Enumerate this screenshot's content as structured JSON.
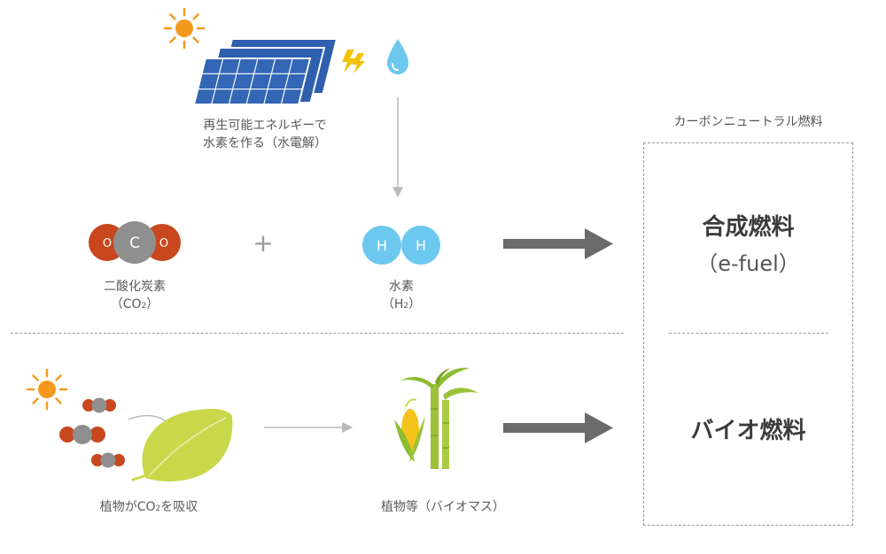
{
  "solar": {
    "caption_line1": "再生可能エネルギーで",
    "caption_line2": "水素を作る（水電解）"
  },
  "co2": {
    "atoms": [
      "O",
      "C",
      "O"
    ],
    "label_line1": "二酸化炭素",
    "label_line2_open": "（CO",
    "label_line2_sub": "2",
    "label_line2_close": "）"
  },
  "plus": "+",
  "h2": {
    "atoms": [
      "H",
      "H"
    ],
    "label_line1": "水素",
    "label_line2_open": "（H",
    "label_line2_sub": "2",
    "label_line2_close": "）"
  },
  "plant_absorb": {
    "label_pre": "植物がCO",
    "label_sub": "2",
    "label_post": "を吸収"
  },
  "biomass": {
    "label": "植物等（バイオマス）"
  },
  "carbon_neutral": {
    "title": "カーボンニュートラル燃料",
    "synthetic_fuel": "合成燃料",
    "synthetic_fuel_en": "（e-fuel）",
    "bio_fuel": "バイオ燃料"
  },
  "colors": {
    "co2_oxygen": "#c8471f",
    "co2_carbon": "#8f8f8f",
    "hydrogen": "#6cc8ee",
    "solar_panel": "#2f5fae",
    "sun": "#f39a1e",
    "bolt": "#f2c300",
    "leaf": "#c9d84a",
    "arrow_dark": "#6b6b6b",
    "arrow_light": "#b9b9b9"
  }
}
